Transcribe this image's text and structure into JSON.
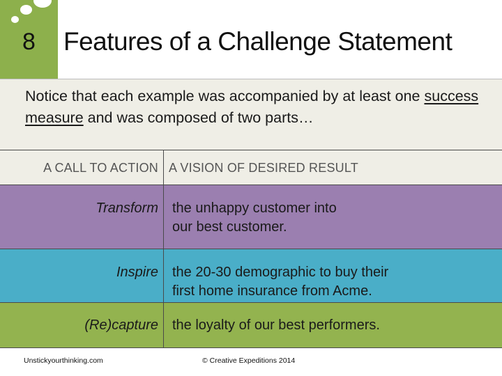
{
  "slide": {
    "number": "8",
    "title": "Features of a Challenge Statement"
  },
  "intro": {
    "text_before": "Notice that each example was accompanied by at least one ",
    "underlined": "success measure",
    "text_after": " and was composed of two parts…"
  },
  "table": {
    "headers": [
      "A CALL TO ACTION",
      "A VISION OF DESIRED RESULT"
    ],
    "rows": [
      {
        "action": "Transform",
        "result_lines": [
          "the unhappy customer into",
          "our best customer."
        ],
        "color": "#9b7fb0"
      },
      {
        "action": "Inspire",
        "result_lines": [
          "the 20-30 demographic to buy their",
          "first home insurance from Acme."
        ],
        "color": "#4aaec8"
      },
      {
        "action": "(Re)capture",
        "result_lines": [
          "the loyalty of our best performers."
        ],
        "color": "#93b34f"
      }
    ]
  },
  "footer": {
    "left": "Unstickyourthinking.com",
    "center": "© Creative Expeditions 2014"
  },
  "colors": {
    "accent_green": "#8db04c",
    "intro_bg": "#efeee6"
  }
}
